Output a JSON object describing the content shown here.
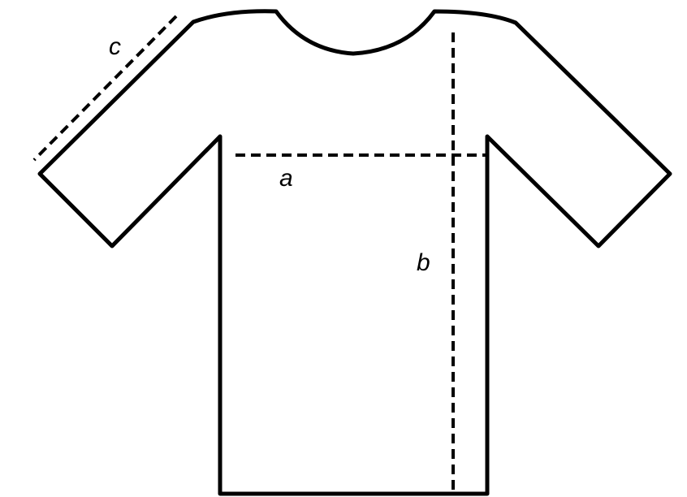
{
  "labels": {
    "a": "a",
    "b": "b",
    "c": "c"
  },
  "colors": {
    "outline": "#000000",
    "background": "#ffffff"
  }
}
